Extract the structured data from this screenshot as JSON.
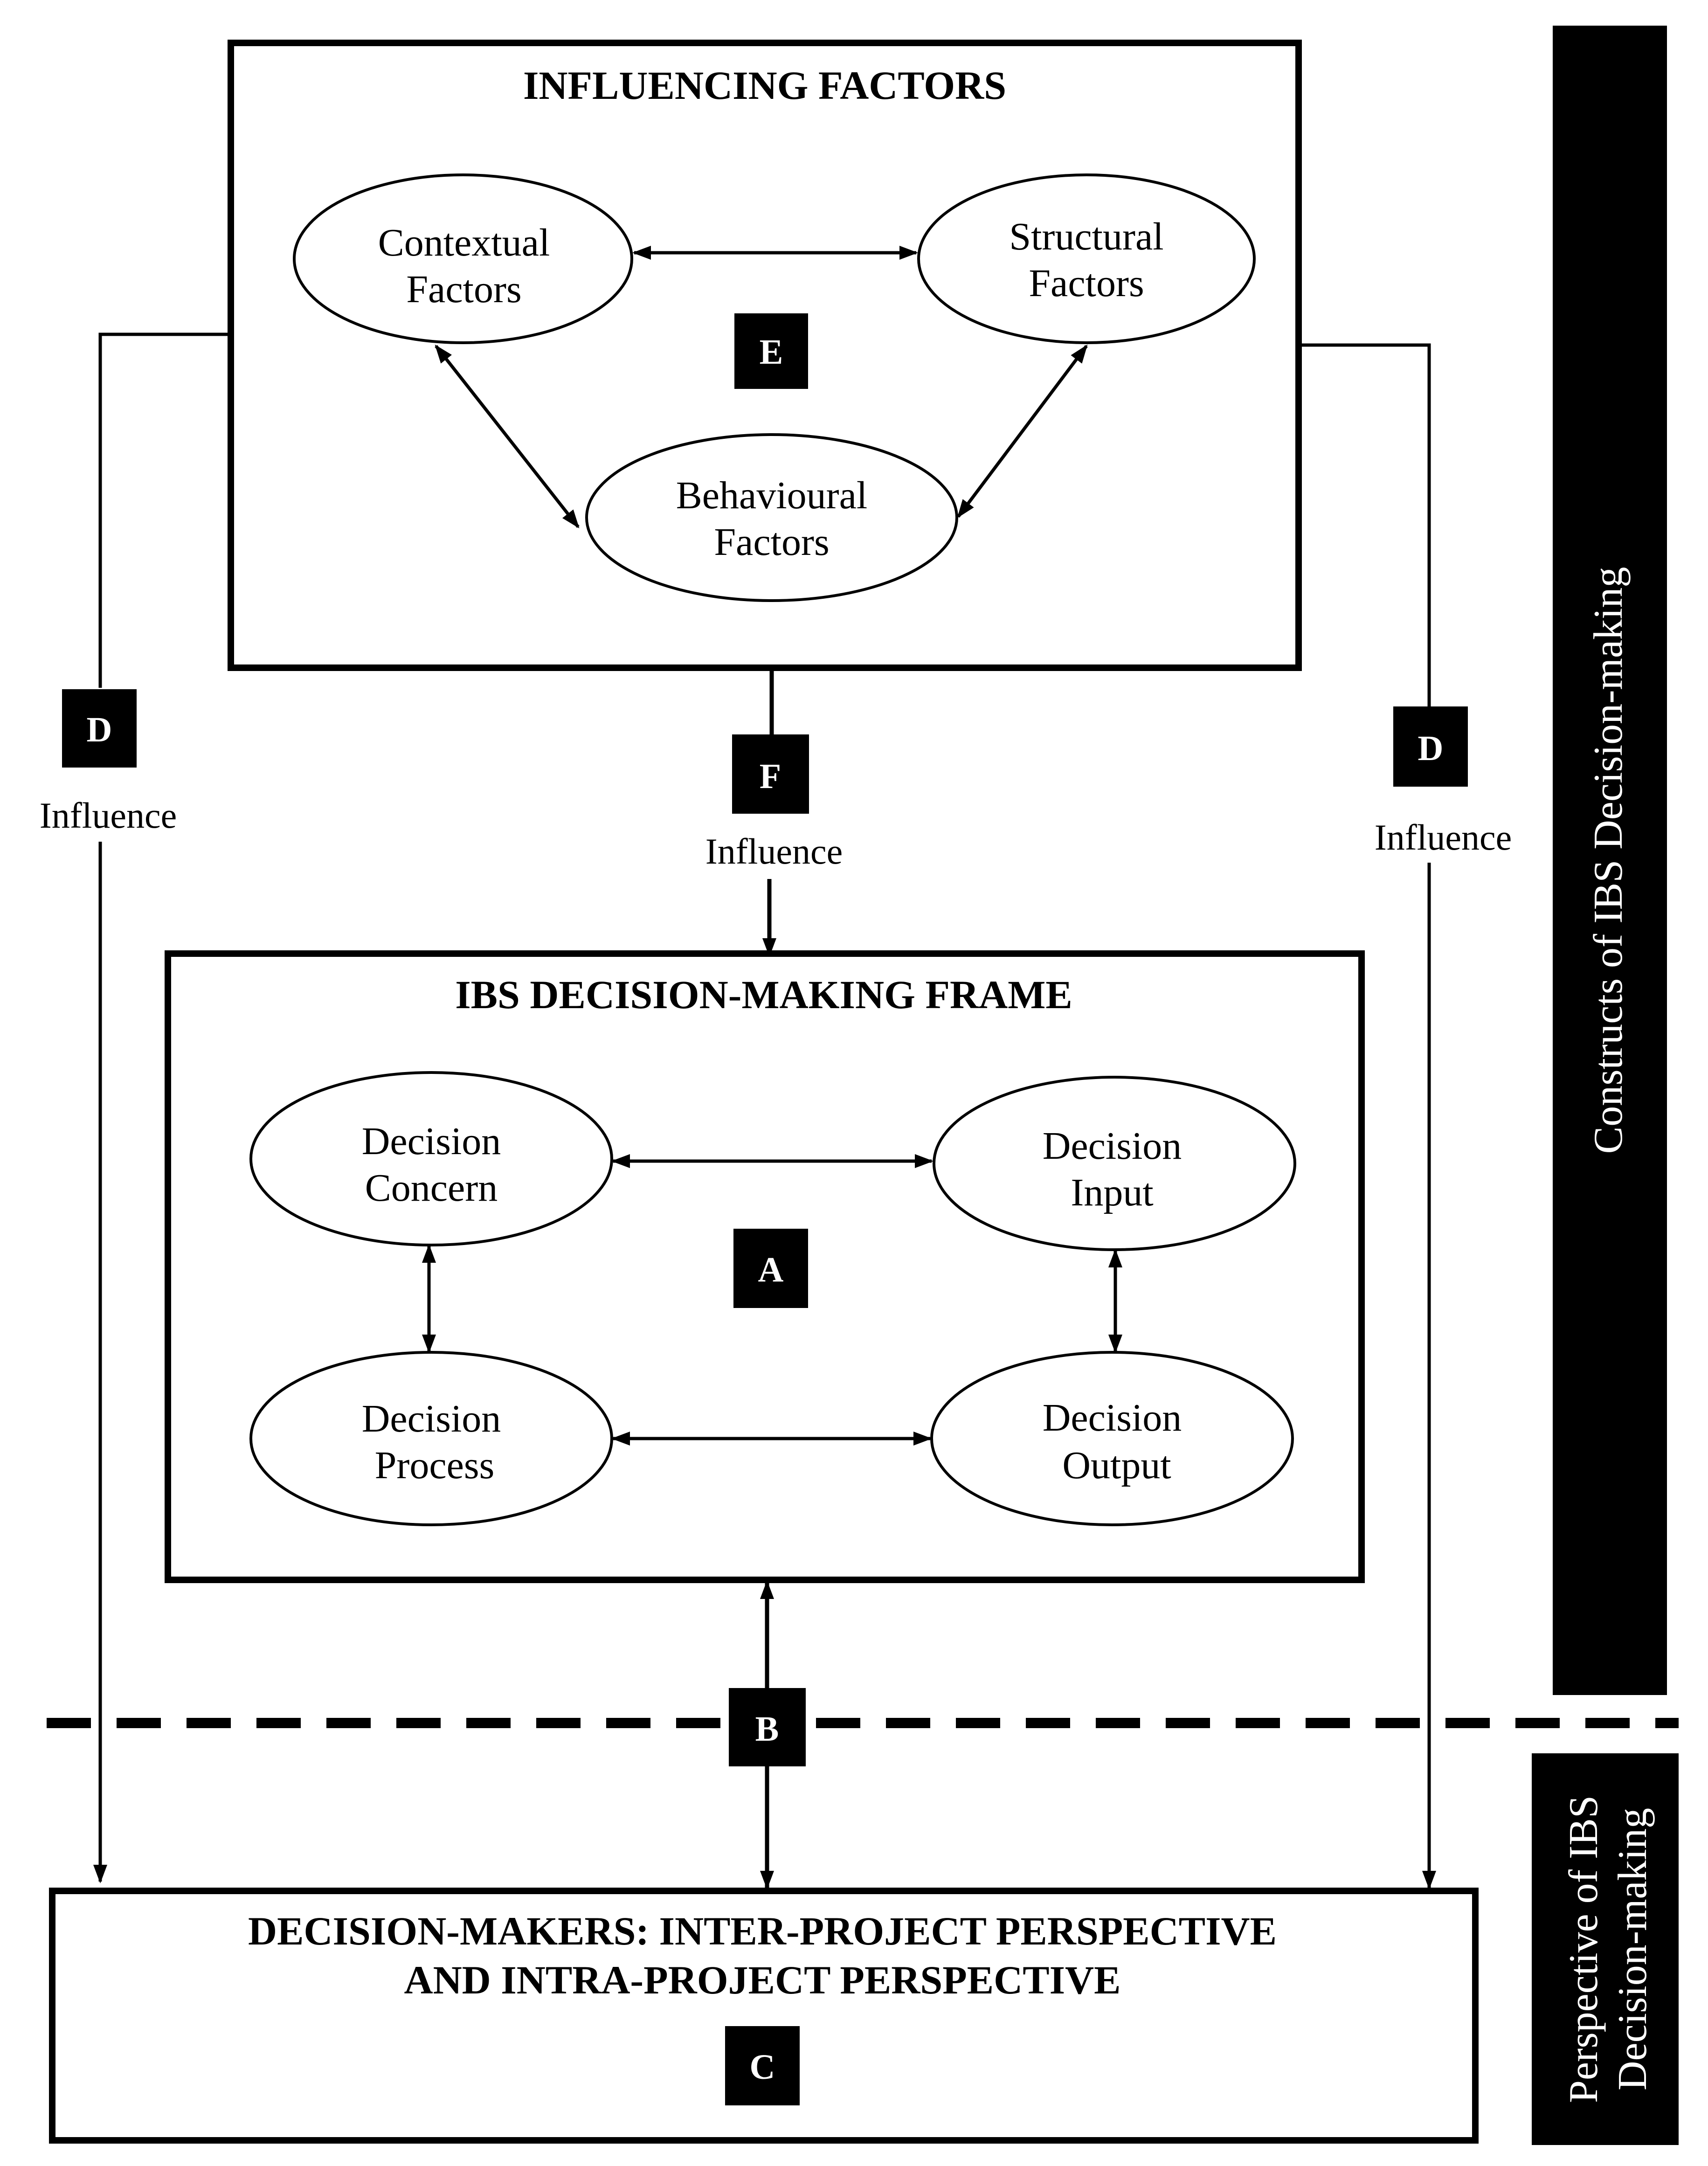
{
  "influencing_factors": {
    "title": "INFLUENCING FACTORS",
    "contextual": [
      "Contextual",
      "Factors"
    ],
    "structural": [
      "Structural",
      "Factors"
    ],
    "behavioural": [
      "Behavioural",
      "Factors"
    ],
    "badge": "E"
  },
  "frame": {
    "title": "IBS DECISION-MAKING FRAME",
    "concern": [
      "Decision",
      "Concern"
    ],
    "input": [
      "Decision",
      "Input"
    ],
    "process": [
      "Decision",
      "Process"
    ],
    "output": [
      "Decision",
      "Output"
    ],
    "badge": "A"
  },
  "decision_makers": {
    "title_line1": "DECISION-MAKERS: INTER-PROJECT PERSPECTIVE",
    "title_line2": "AND INTRA-PROJECT PERSPECTIVE",
    "badge": "C"
  },
  "links": {
    "left": {
      "badge": "D",
      "label": "Influence"
    },
    "center": {
      "badge": "F",
      "label": "Influence"
    },
    "right": {
      "badge": "D",
      "label": "Influence"
    },
    "frame_to_makers_badge": "B"
  },
  "sidebar": {
    "constructs_label": "Constructs of IBS Decision-making",
    "perspective_line1": "Perspective of IBS",
    "perspective_line2": "Decision-making"
  }
}
